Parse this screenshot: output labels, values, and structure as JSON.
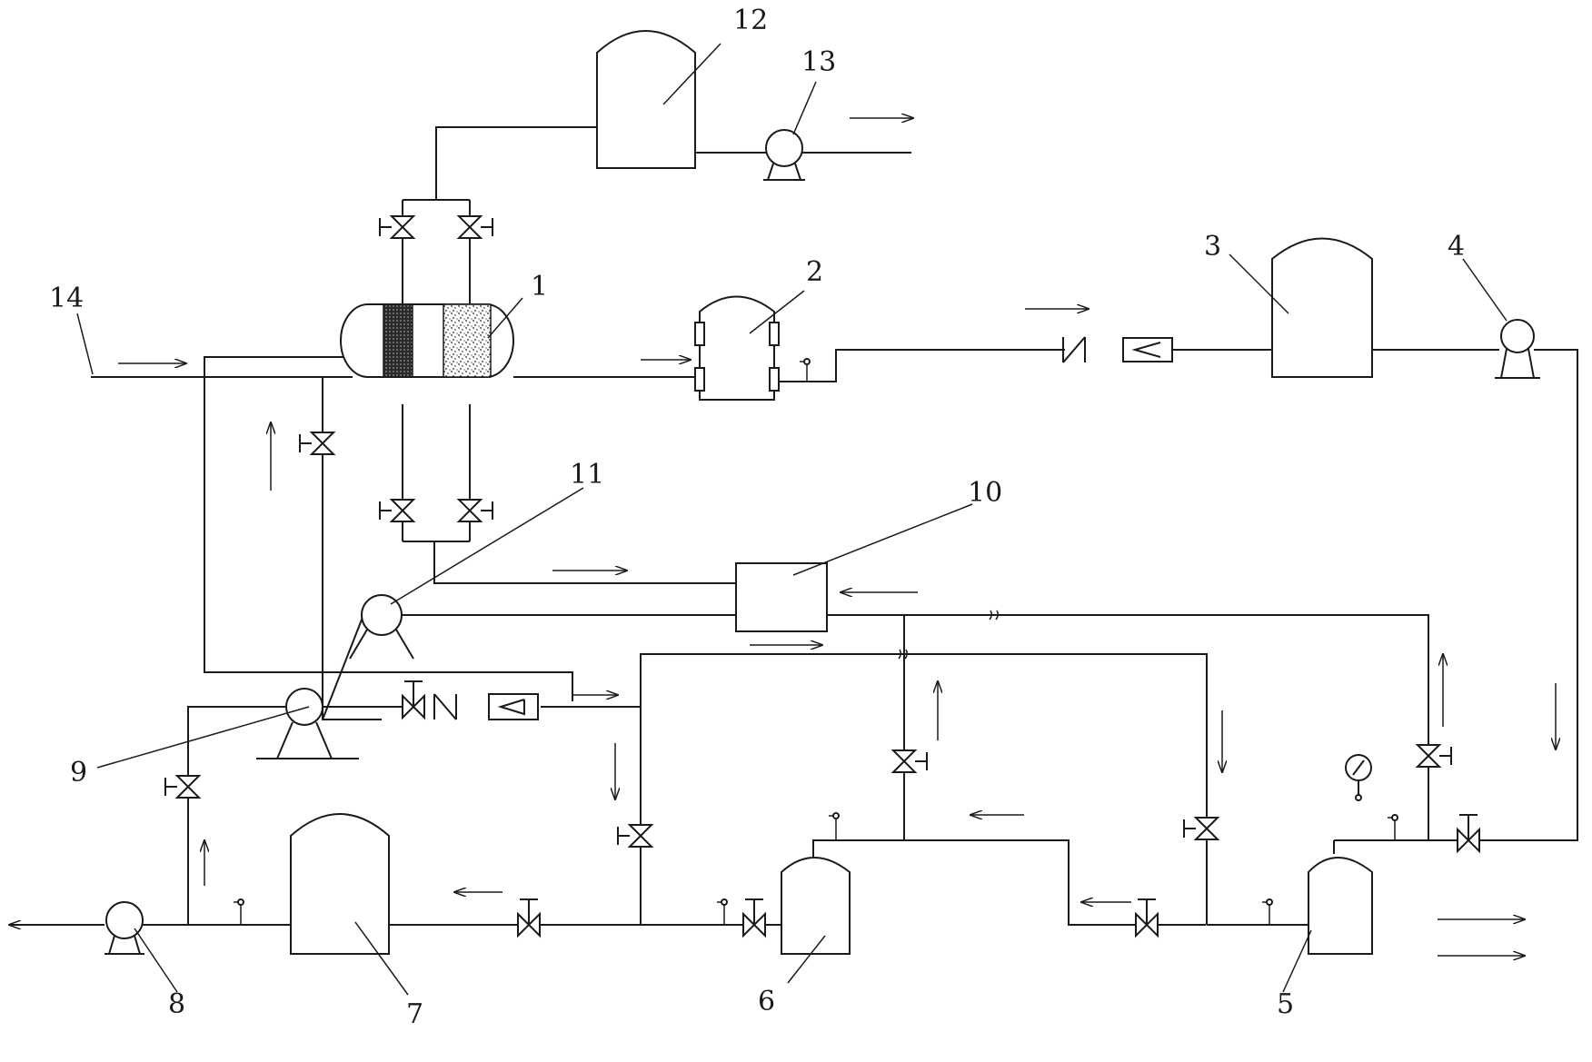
{
  "labels": {
    "n1": "1",
    "n2": "2",
    "n3": "3",
    "n4": "4",
    "n5": "5",
    "n6": "6",
    "n7": "7",
    "n8": "8",
    "n9": "9",
    "n10": "10",
    "n11": "11",
    "n12": "12",
    "n13": "13",
    "n14": "14"
  },
  "colors": {
    "line": "#1a1a1a",
    "background": "#ffffff",
    "dense_media": "#3a3a3a"
  }
}
